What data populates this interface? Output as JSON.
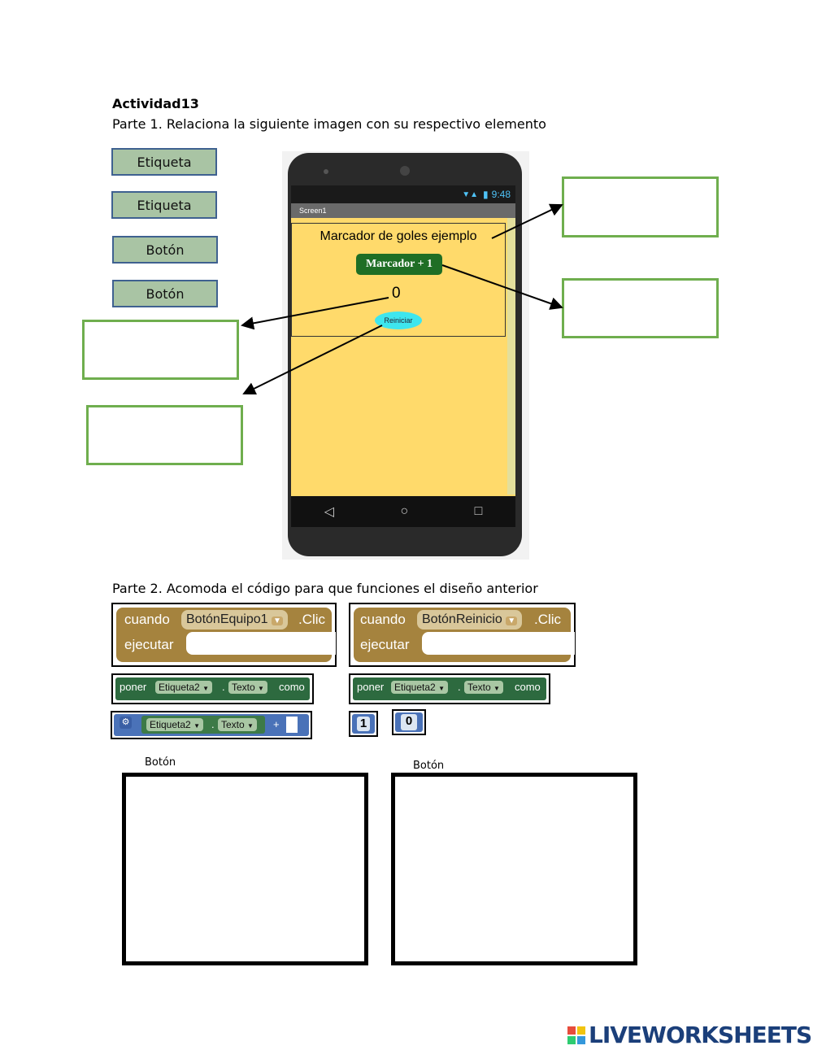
{
  "header": {
    "title": "Actividad13",
    "part1": "Parte 1. Relaciona la siguiente imagen con su respectivo elemento",
    "part2": "Parte 2. Acomoda el código para que funciones el diseño anterior"
  },
  "chips": [
    "Etiqueta",
    "Etiqueta",
    "Botón",
    "Botón"
  ],
  "phone": {
    "time": "9:48",
    "screen_title": "Screen1",
    "label_text": "Marcador de goles ejemplo",
    "button_text": "Marcador + 1",
    "counter": "0",
    "reset_text": "Reiniciar",
    "nav_back": "◁",
    "nav_home": "○",
    "nav_recent": "□"
  },
  "blocks": {
    "event1": {
      "when": "cuando",
      "component": "BotónEquipo1",
      "event": ".Clic",
      "do": "ejecutar"
    },
    "event2": {
      "when": "cuando",
      "component": "BotónReinicio",
      "event": ".Clic",
      "do": "ejecutar"
    },
    "set1": {
      "set": "poner",
      "component": "Etiqueta2",
      "dot": ".",
      "prop": "Texto",
      "to": "como"
    },
    "set2": {
      "set": "poner",
      "component": "Etiqueta2",
      "dot": ".",
      "prop": "Texto",
      "to": "como"
    },
    "add": {
      "component": "Etiqueta2",
      "dot": ".",
      "prop": "Texto",
      "op": "+"
    },
    "num1": "1",
    "num0": "0"
  },
  "answers": {
    "label1": "Botón",
    "label2": "Botón"
  },
  "brand": {
    "name": "LIVEWORKSHEETS",
    "accent": "#1b3f7a"
  },
  "colors": {
    "chip_bg": "#a9c4a4",
    "drop_border": "#6fae4e",
    "event_block": "#a5833e",
    "set_block": "#2d6a3f",
    "math_block": "#4a72b8"
  }
}
